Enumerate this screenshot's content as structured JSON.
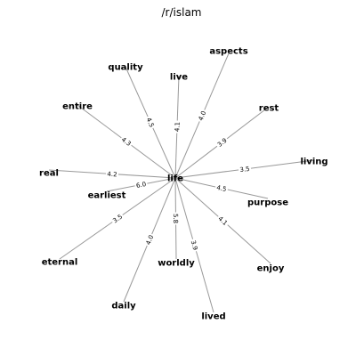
{
  "title": "/r/islam",
  "center": "life",
  "nodes": [
    {
      "label": "aspects",
      "weight": "4.0"
    },
    {
      "label": "live",
      "weight": "4.1"
    },
    {
      "label": "quality",
      "weight": "4.5"
    },
    {
      "label": "rest",
      "weight": "3.9"
    },
    {
      "label": "entire",
      "weight": "4.3"
    },
    {
      "label": "living",
      "weight": "3.5"
    },
    {
      "label": "real",
      "weight": "4.2"
    },
    {
      "label": "earliest",
      "weight": "6.0"
    },
    {
      "label": "purpose",
      "weight": "4.5"
    },
    {
      "label": "eternal",
      "weight": "3.5"
    },
    {
      "label": "worldly",
      "weight": "5.8"
    },
    {
      "label": "enjoy",
      "weight": "4.1"
    },
    {
      "label": "daily",
      "weight": "4.0"
    },
    {
      "label": "lived",
      "weight": "3.9"
    }
  ]
}
